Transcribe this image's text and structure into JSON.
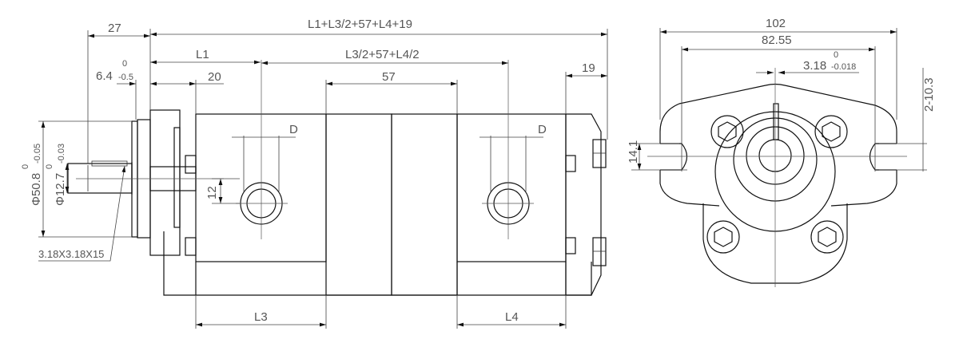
{
  "side_view": {
    "dim_total": "L1+L3/2+57+L4+19",
    "dim_27": "27",
    "dim_l1": "L1",
    "dim_mid": "L3/2+57+L4/2",
    "dim_6_4": "6.4",
    "dim_6_4_upper": "0",
    "dim_6_4_lower": "-0.5",
    "dim_20": "20",
    "dim_57": "57",
    "dim_19": "19",
    "port_d_1": "D",
    "port_d_2": "D",
    "dim_12": "12",
    "dia_50_8": "Φ50.8",
    "dia_50_8_upper": "0",
    "dia_50_8_lower": "-0.05",
    "dia_12_7": "Φ12.7",
    "dia_12_7_upper": "0",
    "dia_12_7_lower": "-0.03",
    "key_note": "3.18X3.18X15",
    "dim_l3": "L3",
    "dim_l4": "L4"
  },
  "front_view": {
    "dim_102": "102",
    "dim_82_55": "82.55",
    "key_width": "3.18",
    "key_upper": "0",
    "key_lower": "-0.018",
    "holes": "2-10.3",
    "dim_14_1": "14.1"
  }
}
